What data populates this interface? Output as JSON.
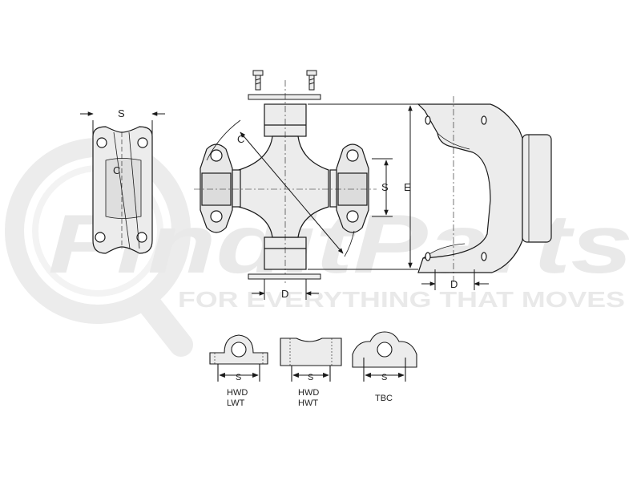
{
  "watermark": {
    "brand": "FinditParts",
    "tagline": "FOR EVERYTHING THAT MOVES",
    "color": "#e8e8e8",
    "accent": "#f2d2d2",
    "icon": "magnifier-icon"
  },
  "diagram": {
    "line_color": "#1a1a1a",
    "fill_color": "#e6e6e6",
    "labels": {
      "s_cap_left": "S",
      "c_cap_left": "C",
      "c_cross": "C",
      "s_cross": "S",
      "e_yoke": "E",
      "d_cross": "D",
      "d_yoke": "D",
      "s_bottom_1": "S",
      "s_bottom_2": "S",
      "s_bottom_3": "S"
    },
    "variants": {
      "v1_line1": "HWD",
      "v1_line2": "LWT",
      "v2_line1": "HWD",
      "v2_line2": "HWT",
      "v3_line1": "TBC"
    }
  }
}
